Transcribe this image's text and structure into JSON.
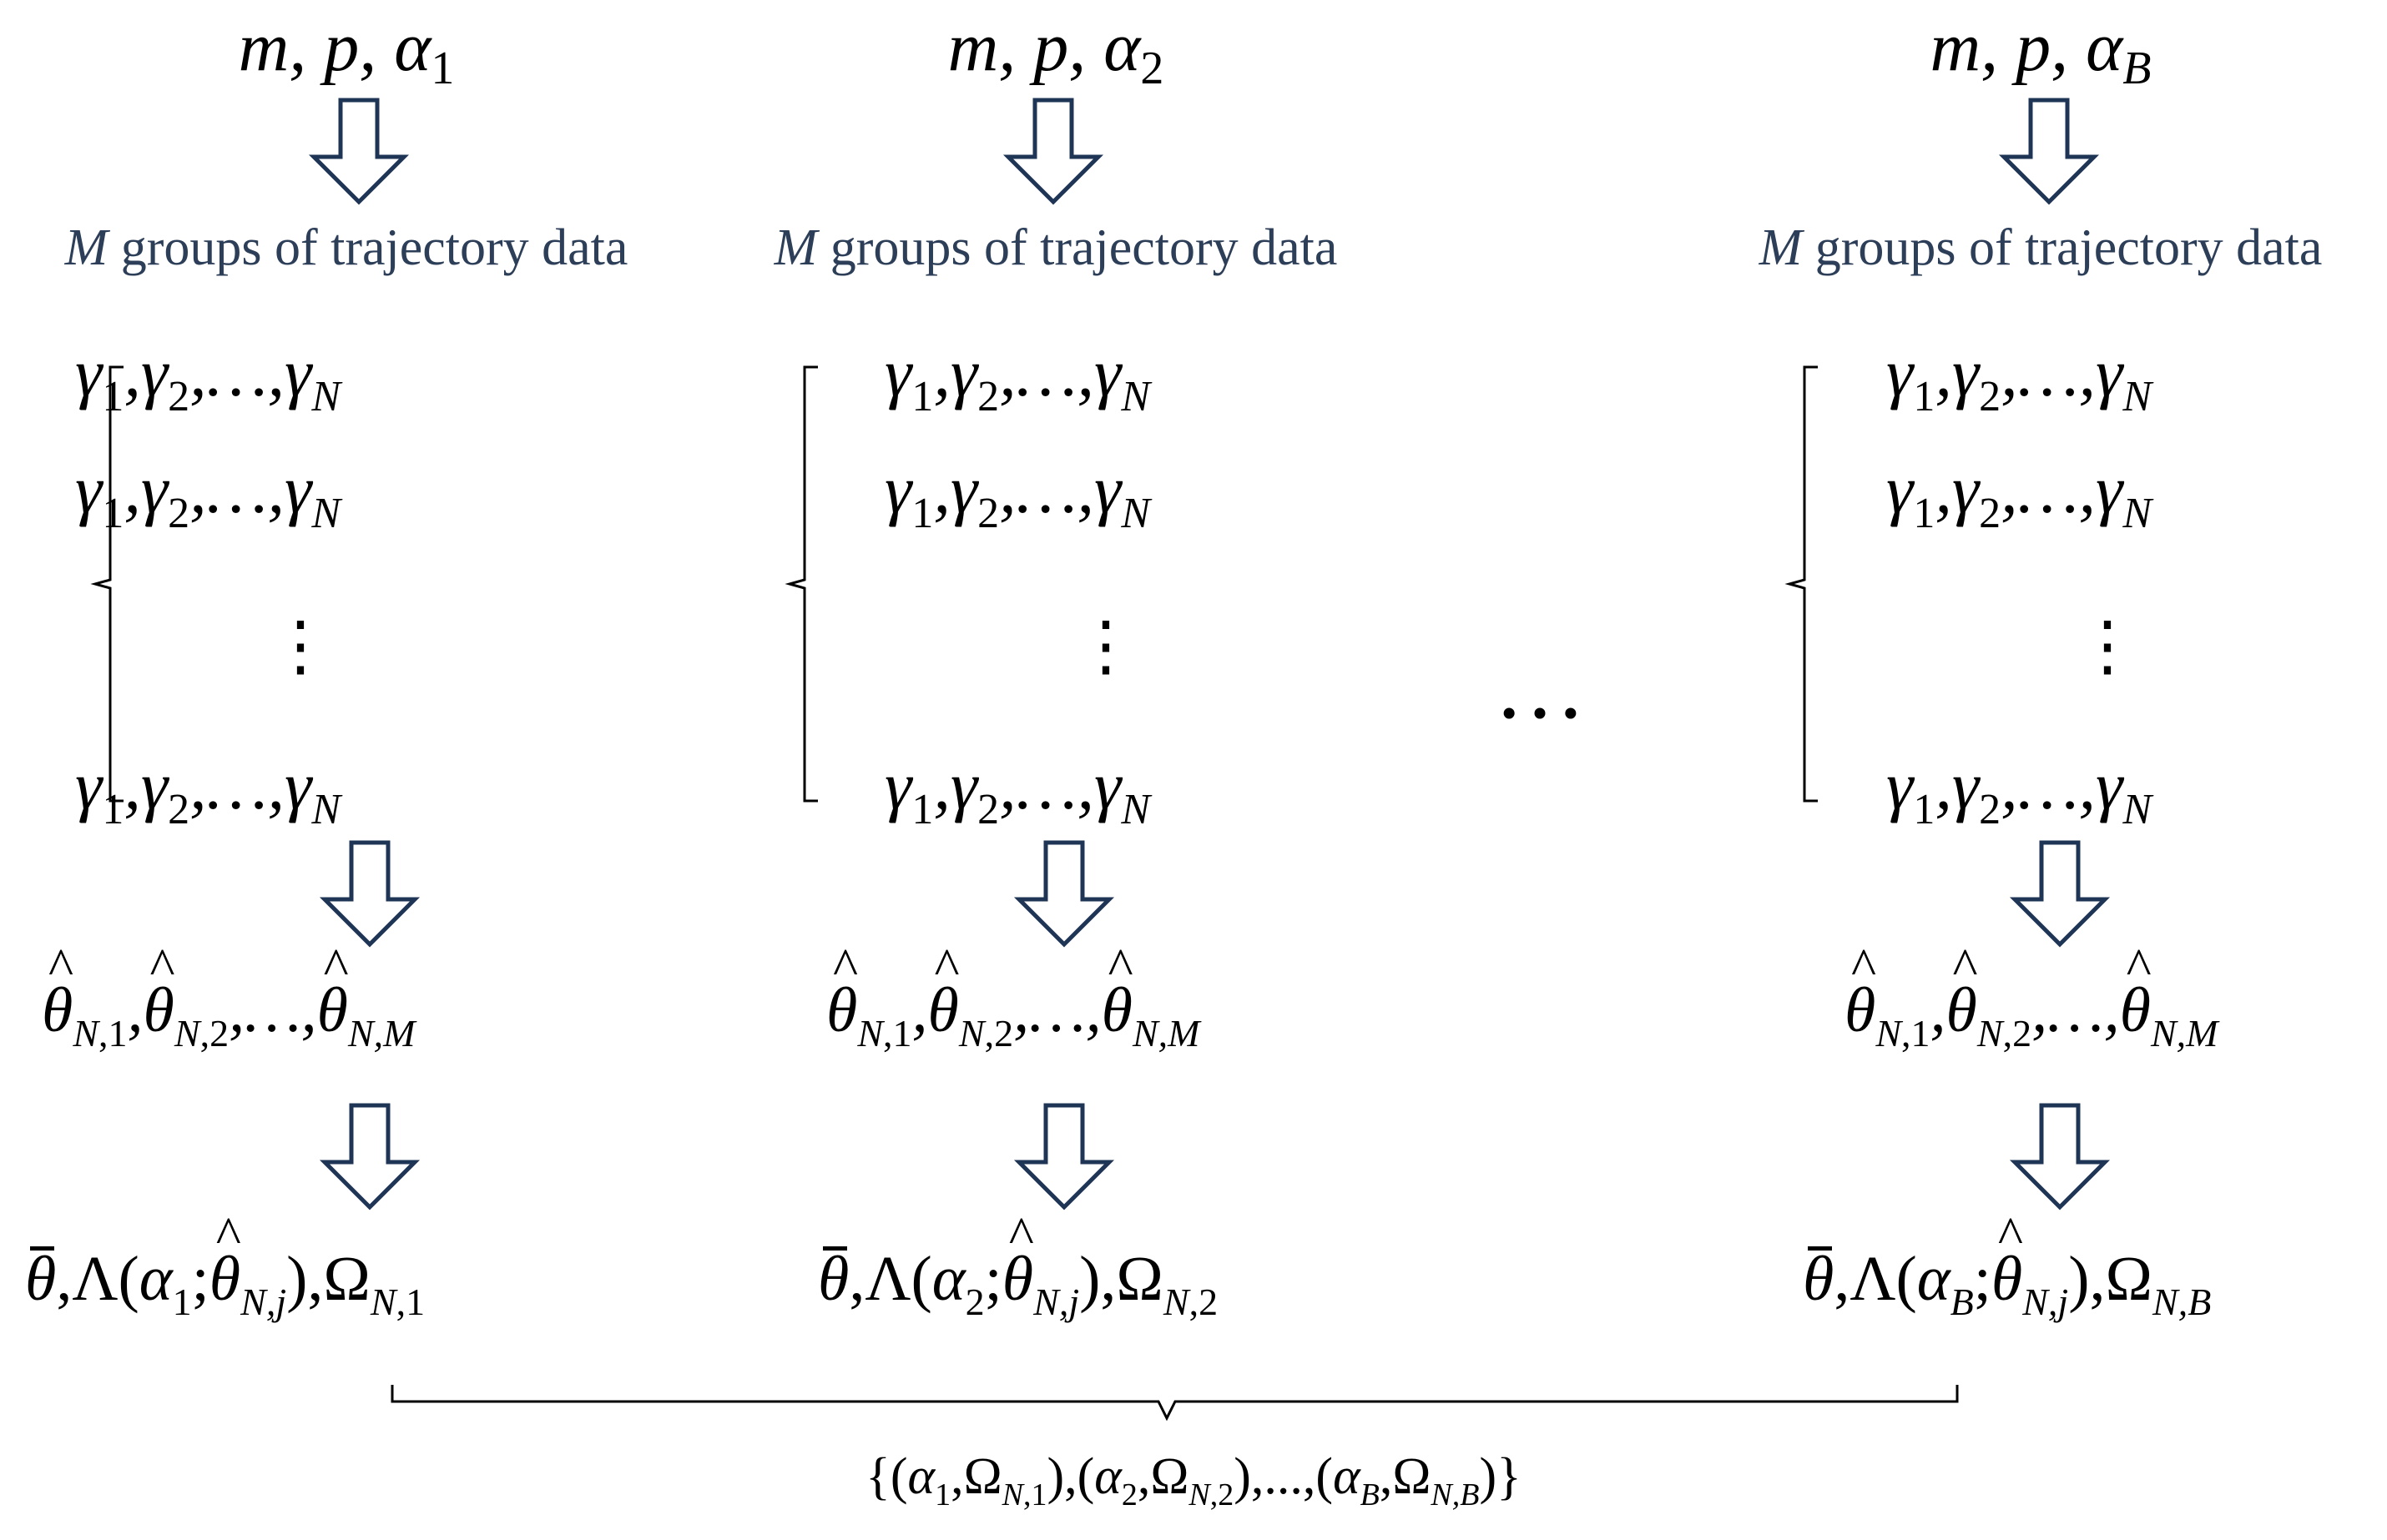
{
  "columns": [
    {
      "params": {
        "base": "m, p, α",
        "sub": "1",
        "sub_upright": true
      },
      "groups_label": {
        "M": "M",
        "text": " groups of trajectory data"
      },
      "trajectory_rows": [
        "γ₁,γ₂,…,γN",
        "γ₁,γ₂,…,γN",
        "γ₁,γ₂,…,γN"
      ],
      "vdots": "⋮",
      "estimates": "θ̂N,1, θ̂N,2, …, θ̂N,M",
      "result": {
        "alpha_sub": "1",
        "alpha_sub_upright": true,
        "omega_sub": "N,1"
      }
    },
    {
      "params": {
        "base": "m, p, α",
        "sub": "2",
        "sub_upright": true
      },
      "groups_label": {
        "M": "M",
        "text": " groups of trajectory data"
      },
      "trajectory_rows": [
        "γ₁,γ₂,…,γN",
        "γ₁,γ₂,…,γN",
        "γ₁,γ₂,…,γN"
      ],
      "vdots": "⋮",
      "estimates": "θ̂N,1, θ̂N,2, …, θ̂N,M",
      "result": {
        "alpha_sub": "2",
        "alpha_sub_upright": true,
        "omega_sub": "N,2"
      }
    },
    {
      "params": {
        "base": "m, p, α",
        "sub": "B",
        "sub_upright": false
      },
      "groups_label": {
        "M": "M",
        "text": " groups of trajectory data"
      },
      "trajectory_rows": [
        "γ₁,γ₂,…,γN",
        "γ₁,γ₂,…,γN",
        "γ₁,γ₂,…,γN"
      ],
      "vdots": "⋮",
      "estimates": "θ̂N,1, θ̂N,2, …, θ̂N,M",
      "result": {
        "alpha_sub": "B",
        "alpha_sub_upright": false,
        "omega_sub": "N,B"
      }
    }
  ],
  "middle_ellipsis": "…",
  "final_set": "{(α1,ΩN,1),(α2,ΩN,2),...,(αB,ΩN,B)}",
  "colors": {
    "arrow_stroke": "#1f3556",
    "groups_text": "#2c3e58",
    "ink": "#000000"
  }
}
